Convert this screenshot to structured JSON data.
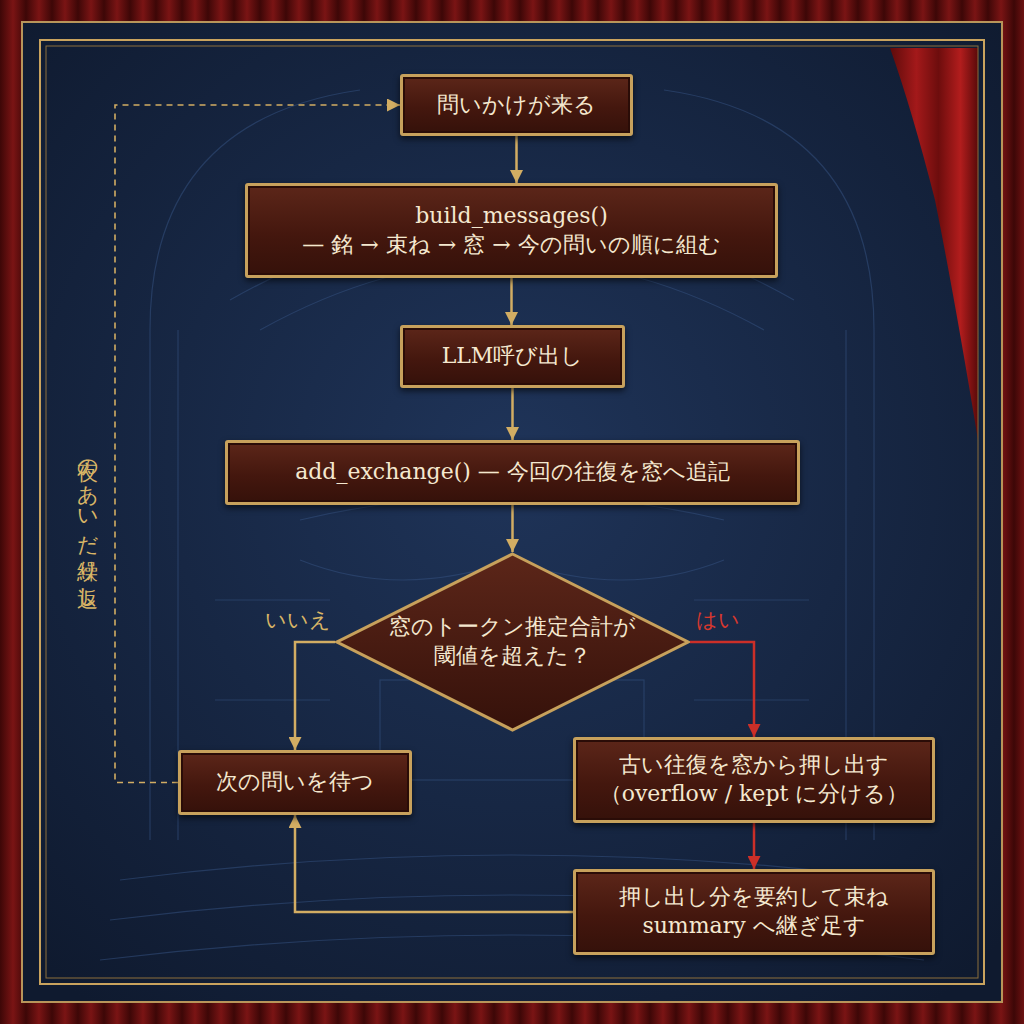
{
  "diagram": {
    "nodes": [
      {
        "text": [
          "問いかけが来る"
        ]
      },
      {
        "text": [
          "build_messages()",
          "— 銘 → 束ね → 窓 → 今の問いの順に組む"
        ]
      },
      {
        "text": [
          "LLM呼び出し"
        ]
      },
      {
        "text": [
          "add_exchange() — 今回の往復を窓へ追記"
        ]
      },
      {
        "text": [
          "窓のトークン推定合計が 閾値を超えた？"
        ]
      },
      {
        "text": [
          "次の問いを待つ"
        ]
      },
      {
        "text": [
          "古い往復を窓から押し出す （overflow / kept に分ける）"
        ]
      },
      {
        "text": [
          "押し出し分を要約して束ね summary へ継ぎ足す"
        ]
      }
    ],
    "edges": [
      {
        "from": 0,
        "to": 1,
        "arrow": "to"
      },
      {
        "from": 1,
        "to": 2,
        "arrow": "to"
      },
      {
        "from": 2,
        "to": 3,
        "arrow": "to"
      },
      {
        "from": 3,
        "to": 4,
        "arrow": "to"
      },
      {
        "from": 4,
        "to": 5,
        "label": "いいえ",
        "arrow": "to"
      },
      {
        "from": 4,
        "to": 6,
        "label": "はい",
        "arrow": "to"
      },
      {
        "from": 6,
        "to": 7,
        "arrow": "to"
      },
      {
        "from": 7,
        "to": 5,
        "arrow": "to"
      },
      {
        "from": 5,
        "to": 0,
        "label": "夜のあいだ繰り返し",
        "arrow": "to"
      }
    ]
  }
}
